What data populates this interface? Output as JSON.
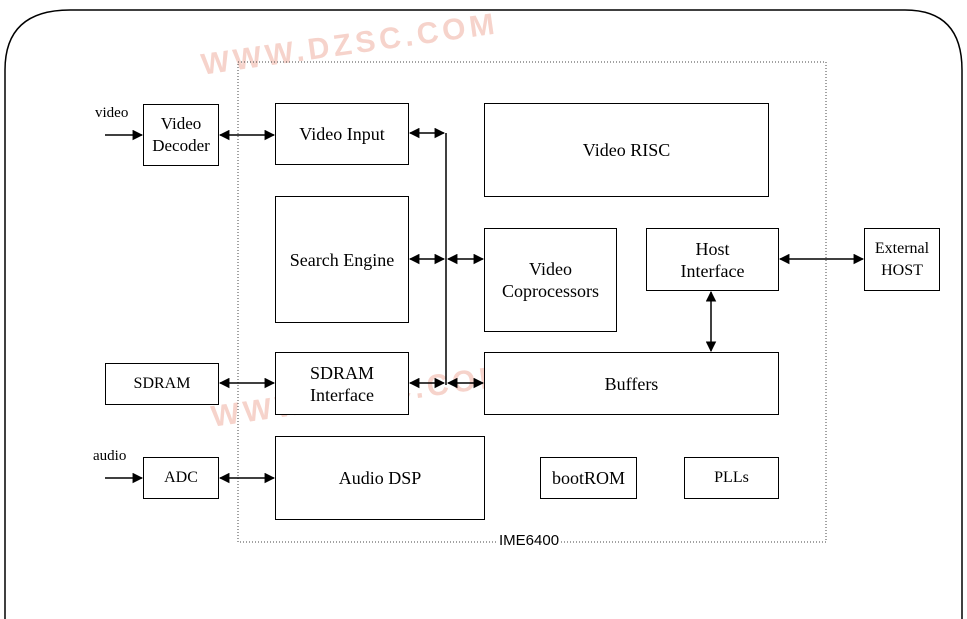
{
  "watermark": {
    "text": "WWW.DZSC.COM",
    "color": "#f4c7bd"
  },
  "chip": {
    "label": "IME6400"
  },
  "inputs": {
    "video": "video",
    "audio": "audio"
  },
  "blocks": {
    "video_decoder": [
      "Video",
      "Decoder"
    ],
    "video_input": "Video Input",
    "video_risc": "Video RISC",
    "search_engine": "Search Engine",
    "video_coprocessors": [
      "Video",
      "Coprocessors"
    ],
    "host_interface": [
      "Host",
      "Interface"
    ],
    "external_host": [
      "External",
      "HOST"
    ],
    "sdram": "SDRAM",
    "sdram_interface": [
      "SDRAM",
      "Interface"
    ],
    "buffers": "Buffers",
    "adc": "ADC",
    "audio_dsp": "Audio DSP",
    "bootrom": "bootROM",
    "plls": "PLLs"
  }
}
